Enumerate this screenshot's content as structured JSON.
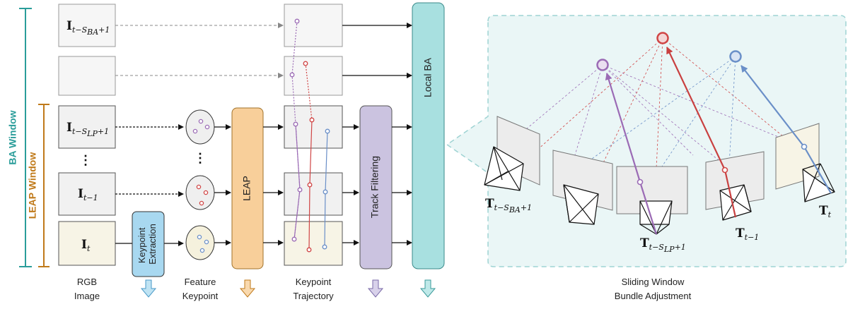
{
  "windows": {
    "ba": "BA Window",
    "leap": "LEAP Window"
  },
  "frames": {
    "f_ba": {
      "main": "I",
      "sub": "t−S",
      "subsub": "BA",
      "tail": "+1"
    },
    "f_lp": {
      "main": "I",
      "sub": "t−S",
      "subsub": "LP",
      "tail": "+1"
    },
    "f_prev": {
      "main": "I",
      "sub": "t−1"
    },
    "f_cur": {
      "main": "I",
      "sub": "t"
    },
    "dots": "⋮"
  },
  "modules": {
    "keypoint_extraction_1": "Keypoint",
    "keypoint_extraction_2": "Extraction",
    "leap": "LEAP",
    "track_filtering": "Track Filtering",
    "local_ba": "Local BA"
  },
  "captions": {
    "rgb_1": "RGB",
    "rgb_2": "Image",
    "feature_1": "Feature",
    "feature_2": "Keypoint",
    "traj_1": "Keypoint",
    "traj_2": "Trajectory",
    "sliding_1": "Sliding Window",
    "sliding_2": "Bundle Adjustment"
  },
  "poses": {
    "p_ba": {
      "main": "T",
      "sub": "t−S",
      "subsub": "BA",
      "tail": "+1"
    },
    "p_lp": {
      "main": "T",
      "sub": "t−S",
      "subsub": "LP",
      "tail": "+1"
    },
    "p_prev": {
      "main": "T",
      "sub": "t−1"
    },
    "p_cur": {
      "main": "T",
      "sub": "t"
    }
  },
  "colors": {
    "ba_window": "#2a9d9a",
    "leap_window": "#c07a1a",
    "keypoint_box": "#a8d8f0",
    "leap_box": "#f8cf9a",
    "track_box": "#cbc3e0",
    "localba_box": "#a8e0e0",
    "purple": "#9b6bb5",
    "red": "#d04545",
    "blue": "#6a8fc8",
    "panel": "#eaf6f6"
  }
}
